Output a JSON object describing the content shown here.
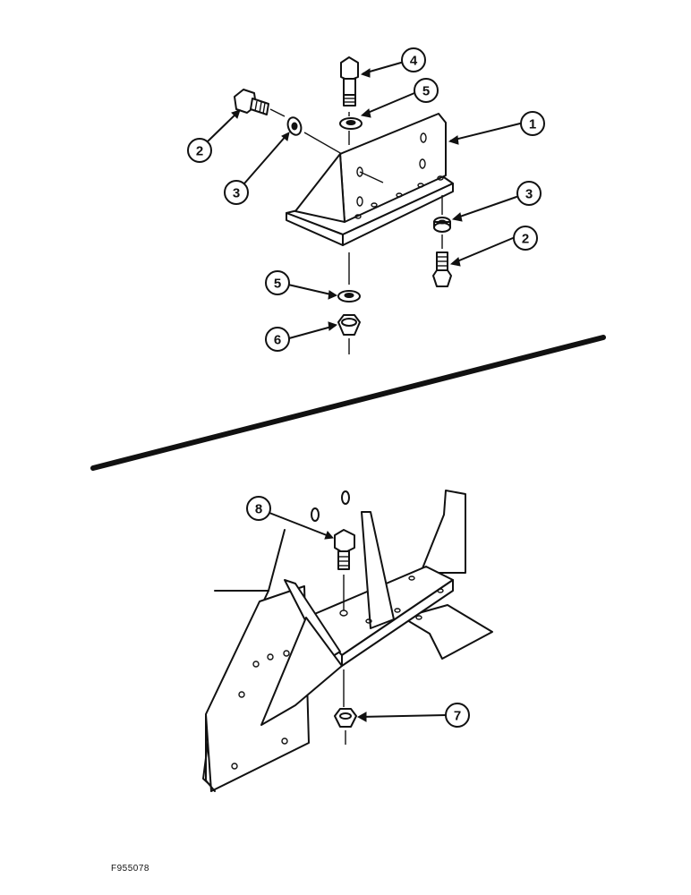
{
  "figure_id": "F955078",
  "callouts": [
    {
      "id": "c1",
      "label": "1"
    },
    {
      "id": "c2a",
      "label": "2"
    },
    {
      "id": "c2b",
      "label": "2"
    },
    {
      "id": "c3a",
      "label": "3"
    },
    {
      "id": "c3b",
      "label": "3"
    },
    {
      "id": "c4",
      "label": "4"
    },
    {
      "id": "c5a",
      "label": "5"
    },
    {
      "id": "c5b",
      "label": "5"
    },
    {
      "id": "c6",
      "label": "6"
    },
    {
      "id": "c7",
      "label": "7"
    },
    {
      "id": "c8",
      "label": "8"
    }
  ]
}
